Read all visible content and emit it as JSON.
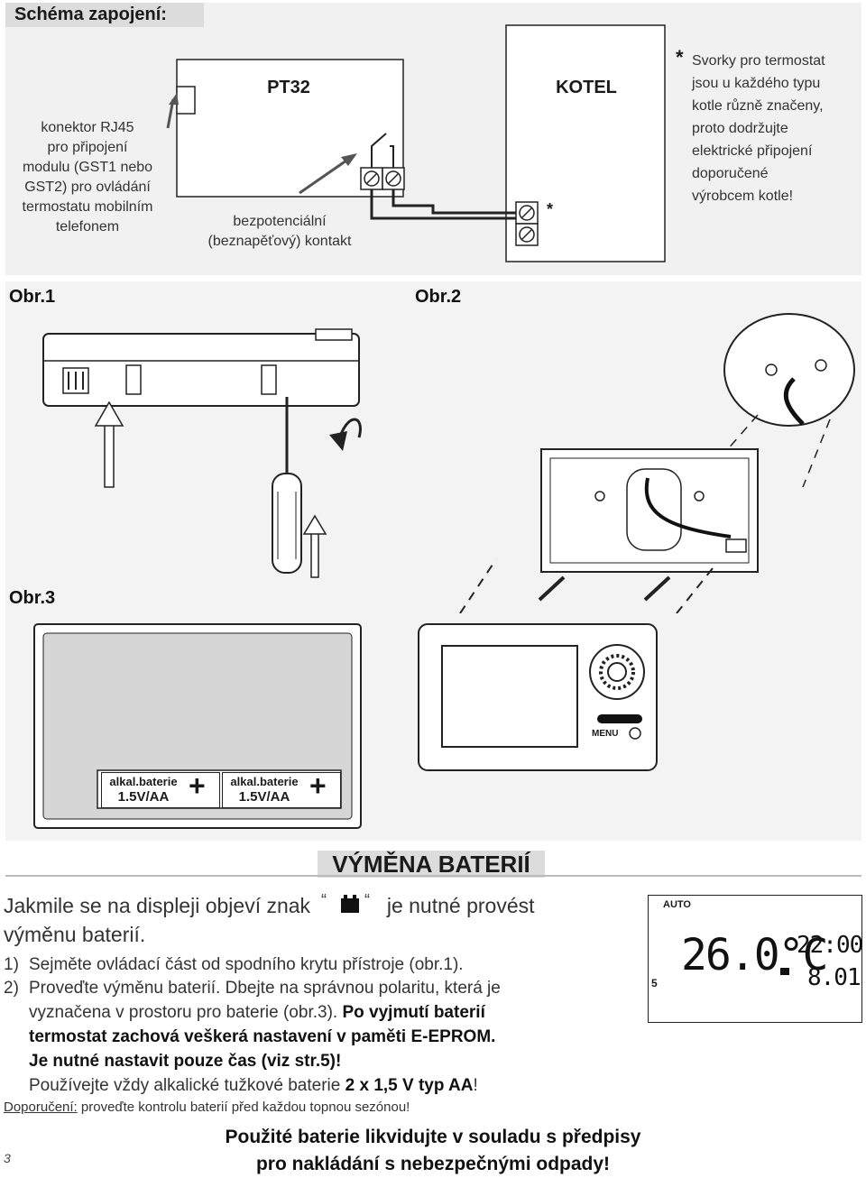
{
  "schema": {
    "title": "Schéma zapojení:",
    "rj45_label": [
      "konektor RJ45",
      "pro připojení",
      "modulu (GST1 nebo",
      "GST2) pro ovládání",
      "termostatu mobilním",
      "telefonem"
    ],
    "pt32_label": "PT32",
    "contact_label": [
      "bezpotenciální",
      "(beznapěťový) kontakt"
    ],
    "kotel_label": "KOTEL",
    "asterisk": "*",
    "note_star": "*",
    "note_lines": [
      "Svorky pro termostat",
      "jsou u každého typu",
      "kotle různě značeny,",
      "proto dodržujte",
      "elektrické připojení",
      "doporučené",
      "výrobcem kotle!"
    ]
  },
  "figures": {
    "obr1": "Obr.1",
    "obr2": "Obr.2",
    "obr3": "Obr.3",
    "battery1_type": "alkal.baterie",
    "battery1_spec": "1.5V/AA",
    "battery2_type": "alkal.baterie",
    "battery2_spec": "1.5V/AA",
    "plus": "+",
    "menu_label": "MENU"
  },
  "section": {
    "title": "VÝMĚNA BATERIÍ",
    "intro_part1": "Jakmile se na displeji objeví znak",
    "intro_part2": "je nutné provést",
    "intro_line2": "výměnu baterií.",
    "step1_num": "1)",
    "step1_text": "Sejměte ovládací část od spodního krytu přístroje (obr.1).",
    "step2_num": "2)",
    "step2_line1": "Proveďte výměnu baterií. Dbejte na správnou polaritu, která je",
    "step2_line2a": "vyznačena v prostoru pro baterie (obr.3). ",
    "step2_line2b": "Po vyjmutí baterií",
    "step2_line3": "termostat zachová veškerá nastavení v paměti E-EPROM.",
    "step2_line4": "Je nutné nastavit pouze čas (viz str.5)!",
    "step2_line5a": "Používejte vždy alkalické tužkové baterie ",
    "step2_line5b": "2 x 1,5 V typ AA",
    "step2_line5c": "!",
    "recommend_label": "Doporučení:",
    "recommend_text": " proveďte kontrolu baterií před každou topnou sezónou!",
    "dispose_line1": "Použité baterie likvidujte v souladu s předpisy",
    "dispose_line2": "pro nakládání s nebezpečnými odpady!"
  },
  "lcd": {
    "mode": "AUTO",
    "temp": "26.0",
    "unit": "°C",
    "time": "22:00",
    "date": "8.01",
    "day": "5"
  },
  "page_number": "3"
}
